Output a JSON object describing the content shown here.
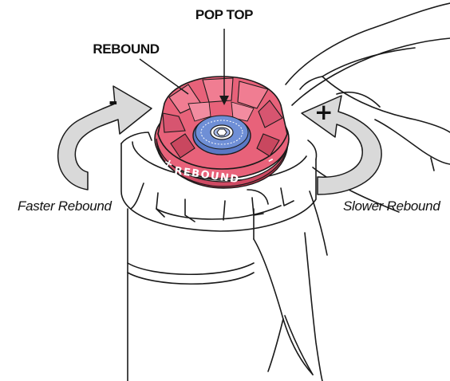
{
  "labels": {
    "pop_top": "POP TOP",
    "rebound": "REBOUND",
    "faster_rebound": "Faster Rebound",
    "slower_rebound": "Slower Rebound"
  },
  "signs": {
    "minus": "-",
    "plus": "+"
  },
  "knob": {
    "ring_text": "REBOUND",
    "ring_plus": "+",
    "ring_minus": "–"
  },
  "colors": {
    "knob_red": "#e8627a",
    "knob_dark": "#b8344c",
    "pop_top_blue": "#6f8fd6",
    "arrow_grey": "#d9d9d9"
  }
}
